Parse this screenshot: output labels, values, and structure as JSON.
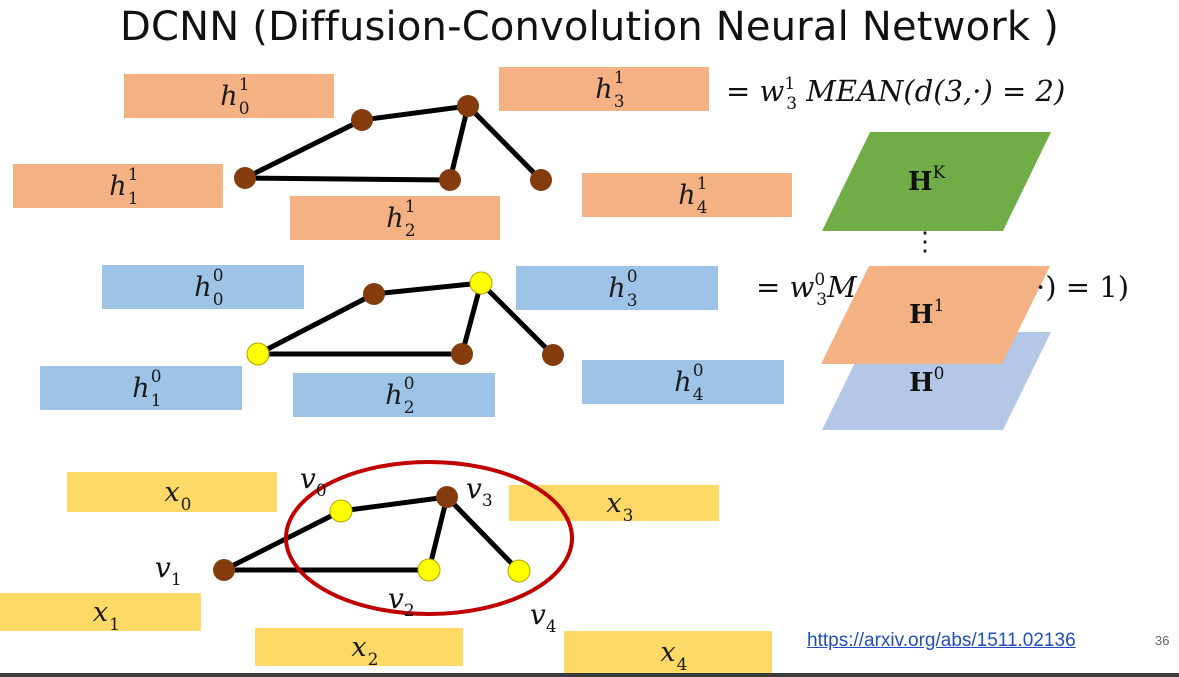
{
  "title": "DCNN (Diffusion-Convolution Neural Network )",
  "layer1_boxes": [
    {
      "symbol": "h",
      "sup": "1",
      "sub": "0"
    },
    {
      "symbol": "h",
      "sup": "1",
      "sub": "1"
    },
    {
      "symbol": "h",
      "sup": "1",
      "sub": "2"
    },
    {
      "symbol": "h",
      "sup": "1",
      "sub": "3"
    },
    {
      "symbol": "h",
      "sup": "1",
      "sub": "4"
    }
  ],
  "layer0_boxes": [
    {
      "symbol": "h",
      "sup": "0",
      "sub": "0"
    },
    {
      "symbol": "h",
      "sup": "0",
      "sub": "1"
    },
    {
      "symbol": "h",
      "sup": "0",
      "sub": "2"
    },
    {
      "symbol": "h",
      "sup": "0",
      "sub": "3"
    },
    {
      "symbol": "h",
      "sup": "0",
      "sub": "4"
    }
  ],
  "input_boxes": [
    {
      "symbol": "x",
      "sub": "0"
    },
    {
      "symbol": "x",
      "sub": "1"
    },
    {
      "symbol": "x",
      "sub": "2"
    },
    {
      "symbol": "x",
      "sub": "3"
    },
    {
      "symbol": "x",
      "sub": "4"
    }
  ],
  "node_labels": [
    {
      "symbol": "v",
      "sub": "0"
    },
    {
      "symbol": "v",
      "sub": "1"
    },
    {
      "symbol": "v",
      "sub": "2"
    },
    {
      "symbol": "v",
      "sub": "3"
    },
    {
      "symbol": "v",
      "sub": "4"
    }
  ],
  "equation1": {
    "prefix": "= ",
    "w": "w",
    "w_sup": "1",
    "w_sub": "3",
    "rest": " MEAN(d(3,·) = 2)"
  },
  "equation0": {
    "prefix": "= ",
    "w": "w",
    "w_sup": "0",
    "w_sub": "3",
    "visible_mid": "M",
    "visible_end": "·) = 1)"
  },
  "stack_layers": [
    {
      "letter": "H",
      "sup": "K",
      "color": "#70ad47"
    },
    {
      "letter": "H",
      "sup": "1",
      "color": "#f4b183"
    },
    {
      "letter": "H",
      "sup": "0",
      "color": "#b4c7e7"
    }
  ],
  "ellipsis": "⋮",
  "link": "https://arxiv.org/abs/1511.02136",
  "page_number": "36",
  "colors": {
    "orange_box": "#f4b183",
    "blue_box": "#9dc3e6",
    "yellow_box": "#ffd966",
    "node_brown": "#843c0c",
    "node_yellow": "#ffff00",
    "ellipse_red": "#c00000"
  }
}
